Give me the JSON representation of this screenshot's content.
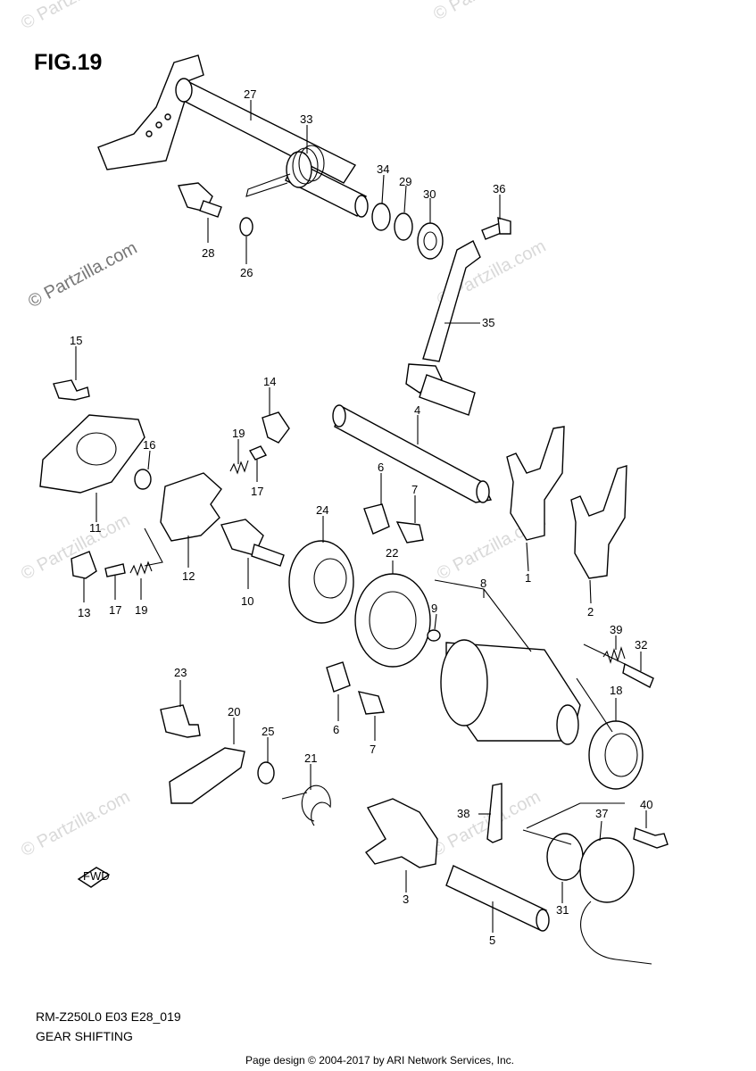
{
  "figure_title": "FIG.19",
  "footer": {
    "code": "RM-Z250L0 E03 E28_019",
    "name": "GEAR SHIFTING",
    "credit": "Page design © 2004-2017 by ARI Network Services, Inc."
  },
  "watermarks": {
    "main": "© Partzilla.com",
    "short": "© Partzilla.com"
  },
  "fwd_text": "FWD",
  "labels": [
    "1",
    "2",
    "3",
    "4",
    "5",
    "6",
    "6",
    "7",
    "7",
    "8",
    "9",
    "10",
    "11",
    "12",
    "13",
    "14",
    "15",
    "16",
    "17",
    "17",
    "19",
    "19",
    "18",
    "20",
    "21",
    "22",
    "23",
    "24",
    "25",
    "26",
    "27",
    "28",
    "29",
    "30",
    "31",
    "32",
    "33",
    "34",
    "35",
    "36",
    "37",
    "38",
    "39",
    "40"
  ],
  "colors": {
    "ink": "#000000",
    "watermark_dark": "#777777",
    "watermark_light": "#d9d9d9"
  }
}
